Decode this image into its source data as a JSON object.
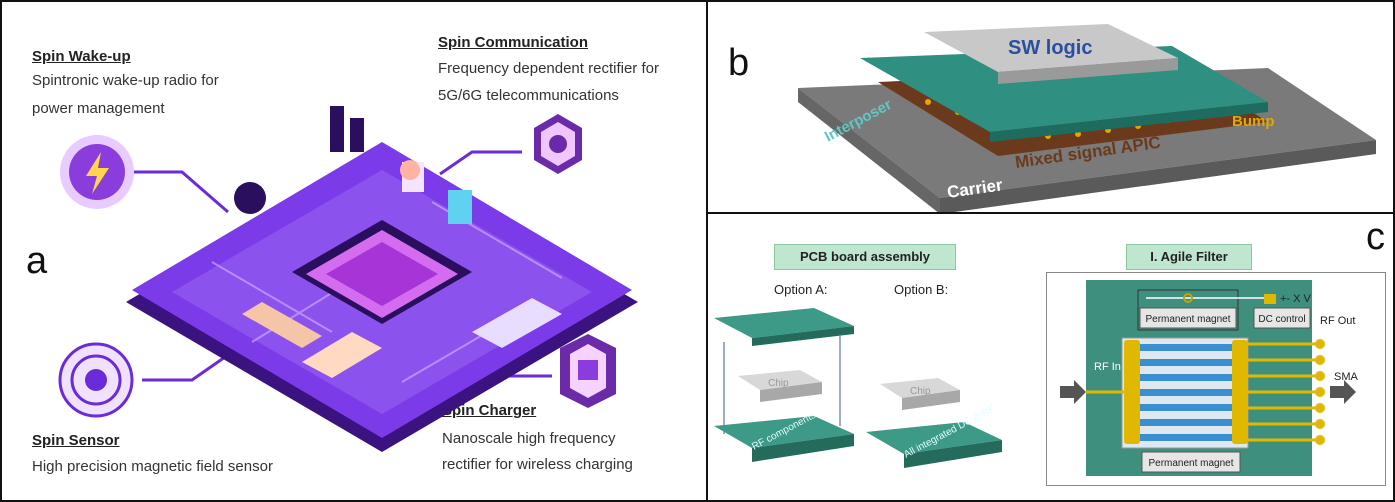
{
  "panel_a": {
    "letter": "a",
    "wakeup": {
      "title": "Spin Wake-up",
      "line1": "Spintronic wake-up radio for",
      "line2": "power management"
    },
    "communication": {
      "title": "Spin Communication",
      "line1": "Frequency dependent rectifier for",
      "line2": "5G/6G telecommunications"
    },
    "sensor": {
      "title": "Spin Sensor",
      "line1": "High precision magnetic field sensor"
    },
    "charger": {
      "title": "Spin Charger",
      "line1": "Nanoscale high frequency",
      "line2": "rectifier for wireless charging"
    }
  },
  "panel_b": {
    "letter": "b",
    "sw_logic": "SW logic",
    "interposer": "Interposer",
    "bump": "Bump",
    "apic": "Mixed signal APIC",
    "carrier": "Carrier"
  },
  "panel_c": {
    "letter": "c",
    "pcb_title": "PCB board assembly",
    "option_a": "Option A:",
    "option_b": "Option B:",
    "chip": "Chip",
    "rf_components": "RF components",
    "integrated": "All integrated DC & RF",
    "filter_title": "I. Agile Filter",
    "permanent_magnet_top": "Permanent magnet",
    "permanent_magnet_bottom": "Permanent magnet",
    "dc_control": "DC control",
    "voltage": "+- X V",
    "rf_out": "RF Out",
    "rf_in": "RF In",
    "sma": "SMA"
  },
  "colors": {
    "purple": "#6a2bd8",
    "teal": "#2f8f80",
    "brown": "#6b3a1c",
    "gold": "#e0a800",
    "filter_bg": "#3f8f7e"
  }
}
